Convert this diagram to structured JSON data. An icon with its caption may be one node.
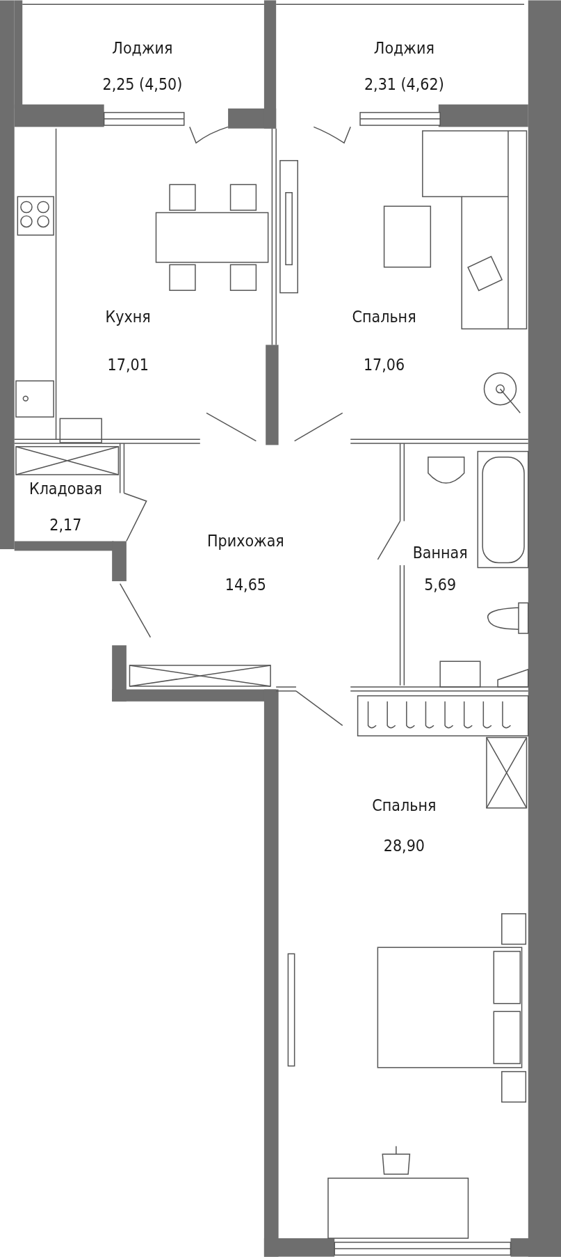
{
  "diagram": {
    "nodes": [
      {
        "text": [
          "Лоджия",
          "2,25 (4,50)"
        ]
      },
      {
        "text": [
          "Лоджия",
          "2,31 (4,62)"
        ]
      },
      {
        "text": [
          "Кухня",
          "17,01"
        ]
      },
      {
        "text": [
          "Спальня",
          "17,06"
        ]
      },
      {
        "text": [
          "Кладовая",
          "2,17"
        ]
      },
      {
        "text": [
          "Прихожая",
          "14,65"
        ]
      },
      {
        "text": [
          "Ванная",
          "5,69"
        ]
      },
      {
        "text": [
          "Спальня",
          "28,90"
        ]
      }
    ]
  }
}
